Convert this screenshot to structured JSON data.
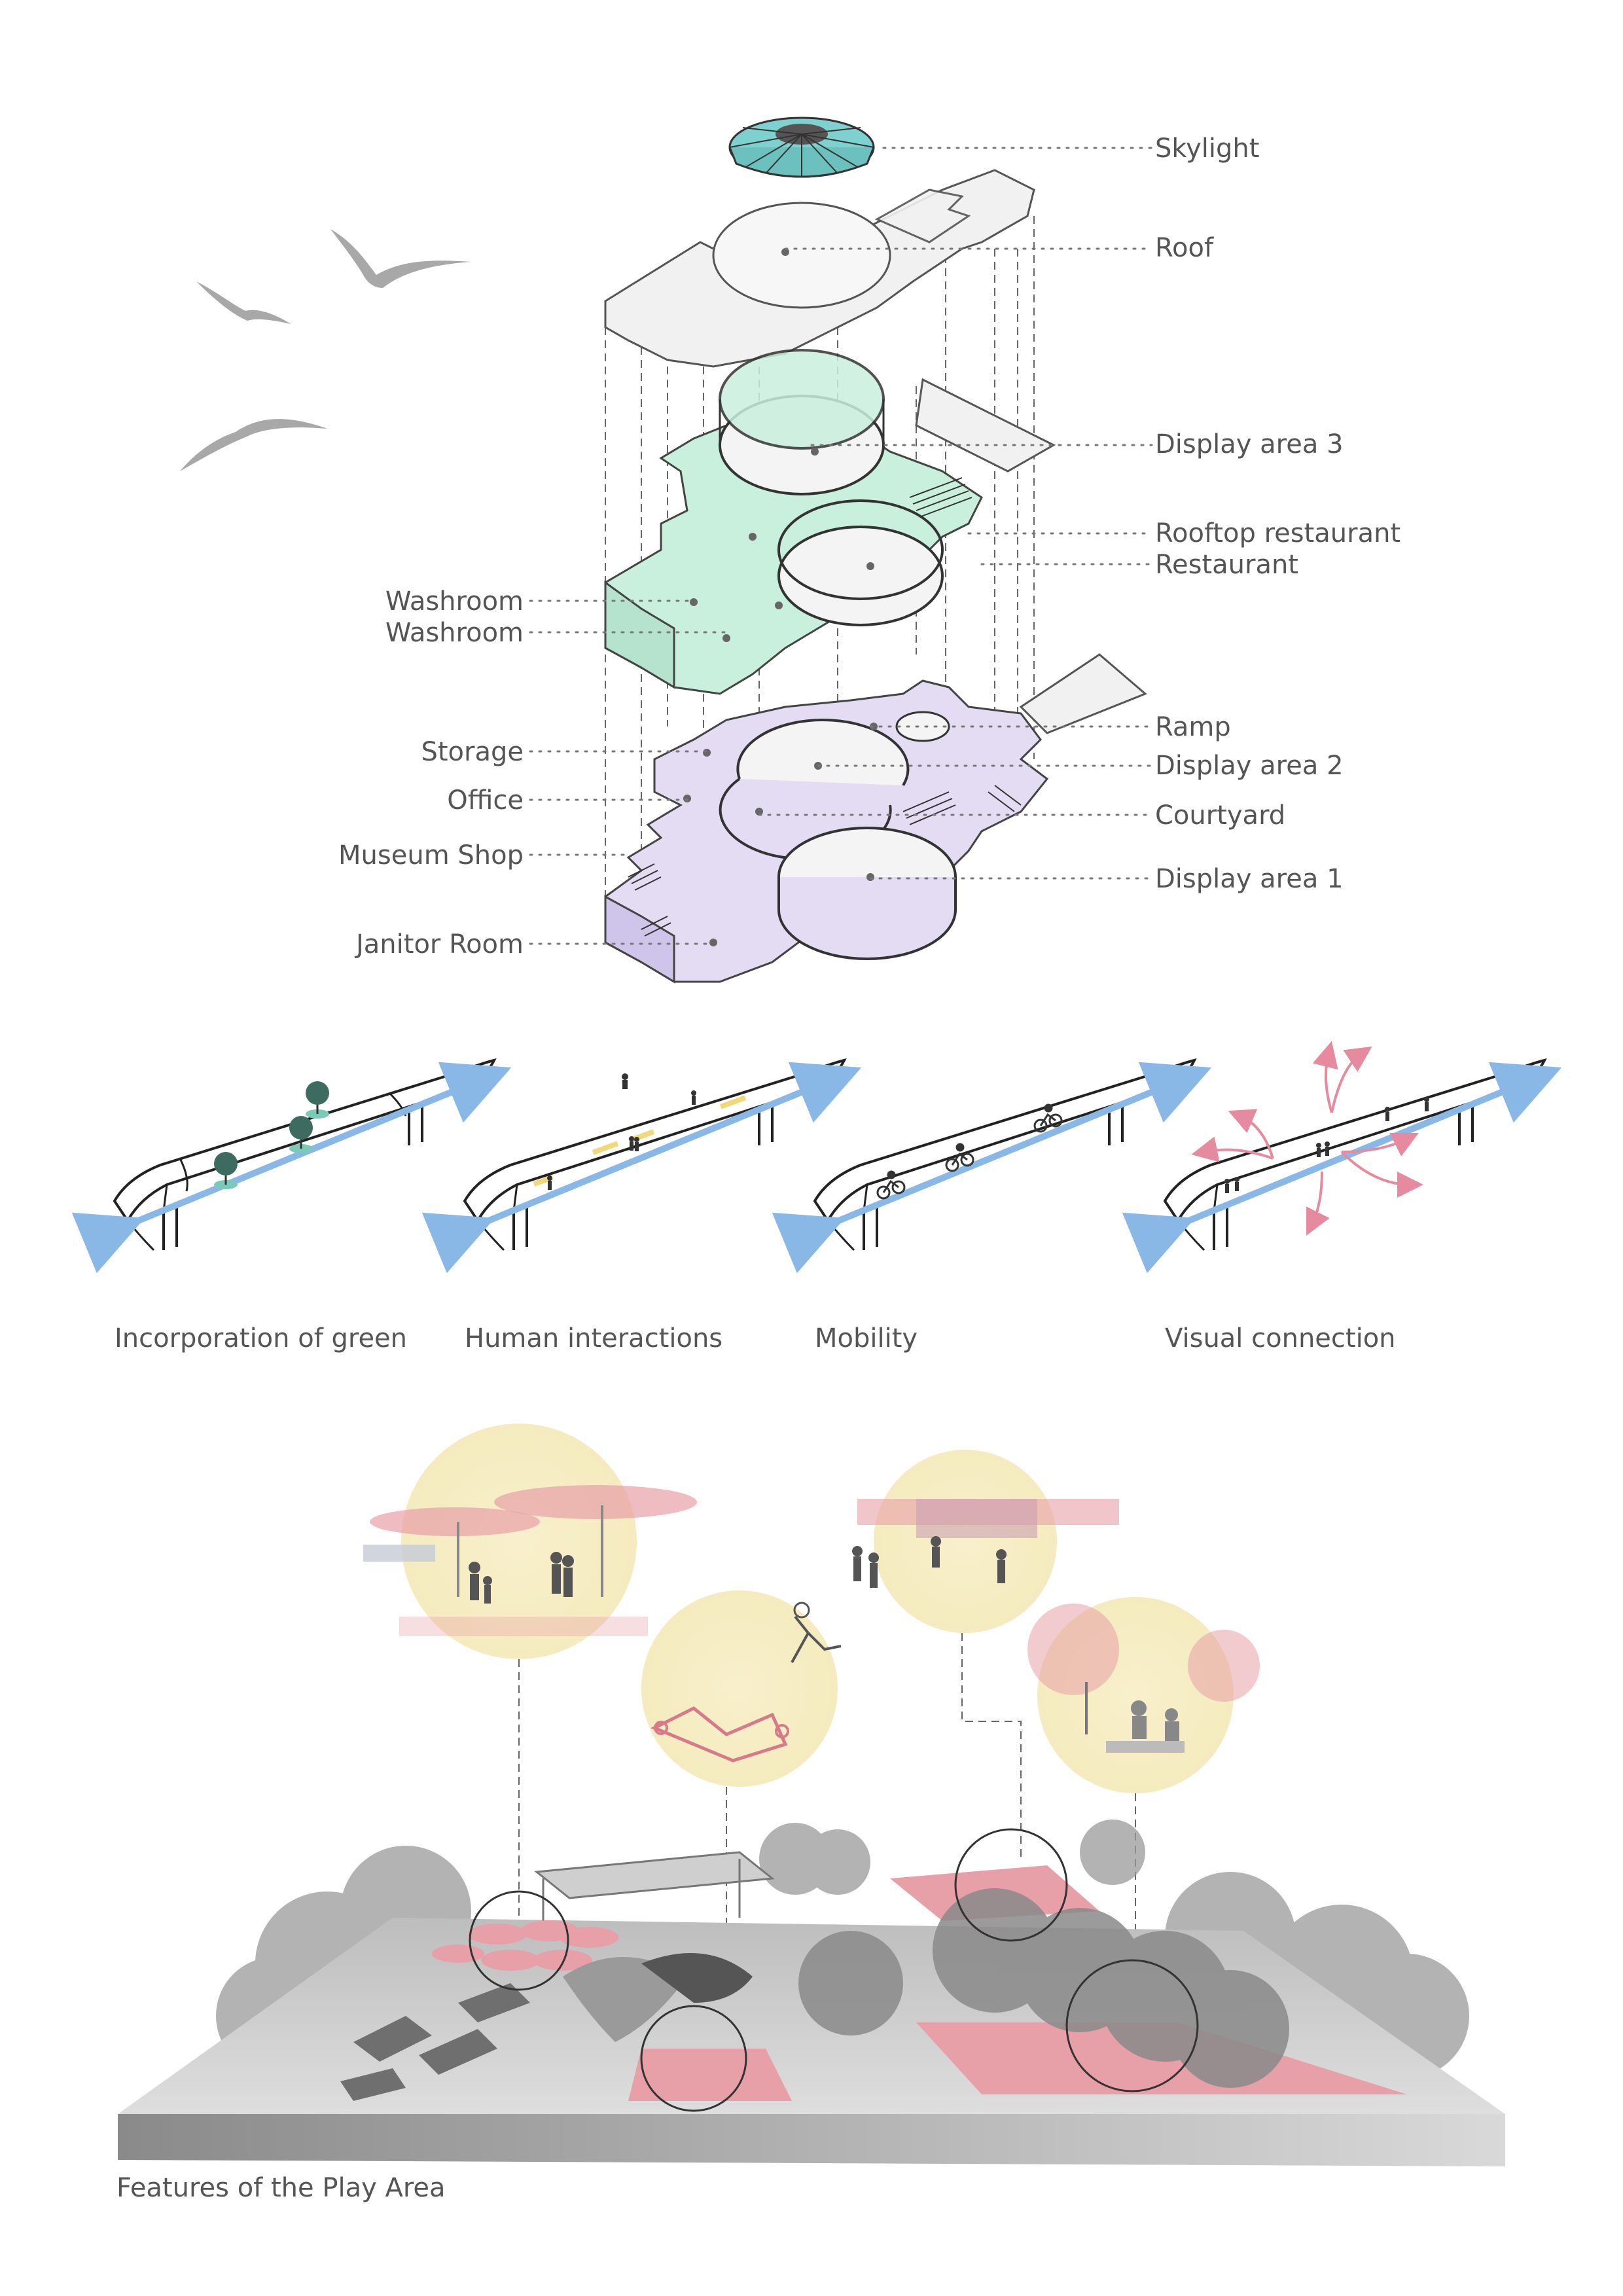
{
  "exploded_axonometric": {
    "labels_right": [
      {
        "key": "skylight",
        "text": "Skylight"
      },
      {
        "key": "roof",
        "text": "Roof"
      },
      {
        "key": "display_area_3",
        "text": "Display area 3"
      },
      {
        "key": "rooftop_restaurant",
        "text": "Rooftop restaurant"
      },
      {
        "key": "restaurant",
        "text": "Restaurant"
      },
      {
        "key": "ramp",
        "text": "Ramp"
      },
      {
        "key": "display_area_2",
        "text": "Display area 2"
      },
      {
        "key": "courtyard",
        "text": "Courtyard"
      },
      {
        "key": "display_area_1",
        "text": "Display area 1"
      }
    ],
    "labels_left": [
      {
        "key": "washroom_upper",
        "text": "Washroom"
      },
      {
        "key": "washroom_lower",
        "text": "Washroom"
      },
      {
        "key": "storage",
        "text": "Storage"
      },
      {
        "key": "office",
        "text": "Office"
      },
      {
        "key": "museum_shop",
        "text": "Museum Shop"
      },
      {
        "key": "janitor_room",
        "text": "Janitor Room"
      }
    ],
    "colors": {
      "skylight": "#7fd1cf",
      "upper_floor": "#c9efdd",
      "ground_floor": "#e3dcf3",
      "roof": "#f1f1f1"
    }
  },
  "bridge_diagrams": [
    {
      "key": "green",
      "caption": "Incorporation of green"
    },
    {
      "key": "human",
      "caption": "Human interactions"
    },
    {
      "key": "mobility",
      "caption": "Mobility"
    },
    {
      "key": "visual",
      "caption": "Visual connection"
    }
  ],
  "play_area": {
    "caption": "Features of the Play Area",
    "colors": {
      "highlight": "#e8a0a8",
      "bubble": "#f7efc6",
      "tree": "#9a9a9a"
    }
  },
  "icons": [
    "bird-icon",
    "tree-icon",
    "pedestrian-icon",
    "cyclist-icon",
    "arrow-icon"
  ]
}
